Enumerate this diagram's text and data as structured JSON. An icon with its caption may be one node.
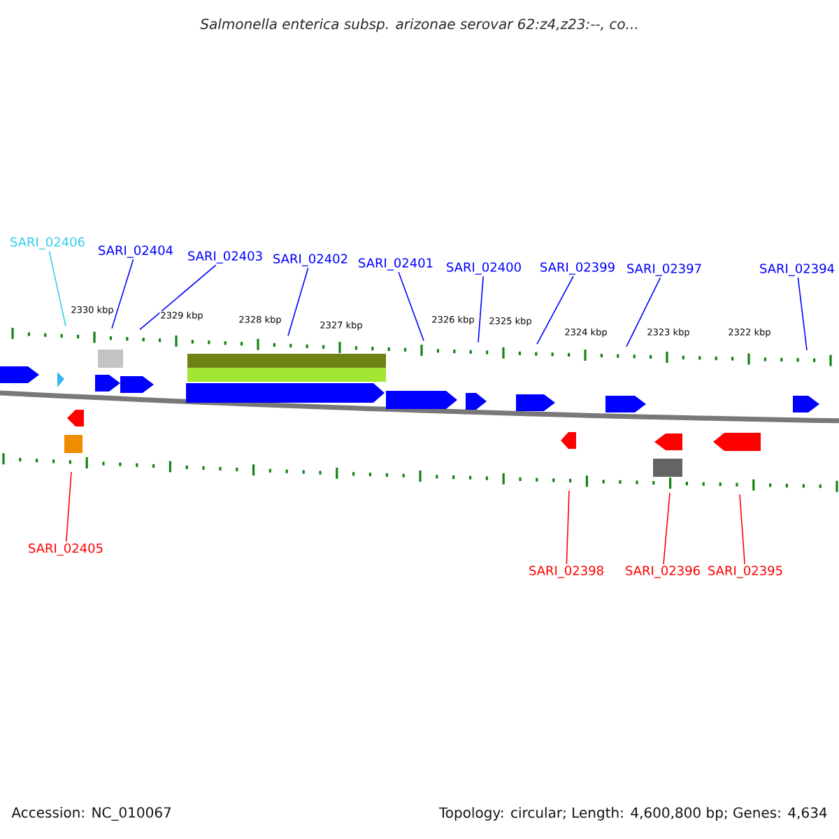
{
  "diagram": {
    "title": "Salmonella enterica subsp. arizonae serovar 62:z4,z23:--, co...",
    "nodes": [
      {
        "text": [
          "SARI_02406"
        ]
      },
      {
        "text": [
          "SARI_02404"
        ]
      },
      {
        "text": [
          "SARI_02403"
        ]
      },
      {
        "text": [
          "SARI_02402"
        ]
      },
      {
        "text": [
          "SARI_02401"
        ]
      },
      {
        "text": [
          "SARI_02400"
        ]
      },
      {
        "text": [
          "SARI_02399"
        ]
      },
      {
        "text": [
          "SARI_02397"
        ]
      },
      {
        "text": [
          "SARI_02394"
        ]
      },
      {
        "text": [
          "SARI_02405"
        ]
      },
      {
        "text": [
          "SARI_02398"
        ]
      },
      {
        "text": [
          "SARI_02396"
        ]
      },
      {
        "text": [
          "SARI_02395"
        ]
      }
    ],
    "edges": [
      {
        "from": 0,
        "to": null,
        "arrow": "none",
        "color": "#33ccee"
      },
      {
        "from": 1,
        "to": null,
        "arrow": "none"
      },
      {
        "from": 2,
        "to": null,
        "arrow": "none"
      },
      {
        "from": 3,
        "to": null,
        "arrow": "none"
      },
      {
        "from": 4,
        "to": null,
        "arrow": "none"
      },
      {
        "from": 5,
        "to": null,
        "arrow": "none"
      },
      {
        "from": 6,
        "to": null,
        "arrow": "none"
      },
      {
        "from": 7,
        "to": null,
        "arrow": "none"
      },
      {
        "from": 8,
        "to": null,
        "arrow": "none"
      },
      {
        "from": 9,
        "to": null,
        "arrow": "none",
        "color": "#ff0000"
      },
      {
        "from": 10,
        "to": null,
        "arrow": "none",
        "color": "#ff0000"
      },
      {
        "from": 11,
        "to": null,
        "arrow": "none",
        "color": "#ff0000"
      },
      {
        "from": 12,
        "to": null,
        "arrow": "none",
        "color": "#ff0000"
      }
    ],
    "labels": [
      "2330 kbp",
      "2329 kbp",
      "2328 kbp",
      "2327 kbp",
      "2326 kbp",
      "2325 kbp",
      "2324 kbp",
      "2323 kbp",
      "2322 kbp",
      "Accession: NC_010067",
      "Topology: circular; Length: 4,600,800 bp; Genes: 4,634"
    ]
  }
}
